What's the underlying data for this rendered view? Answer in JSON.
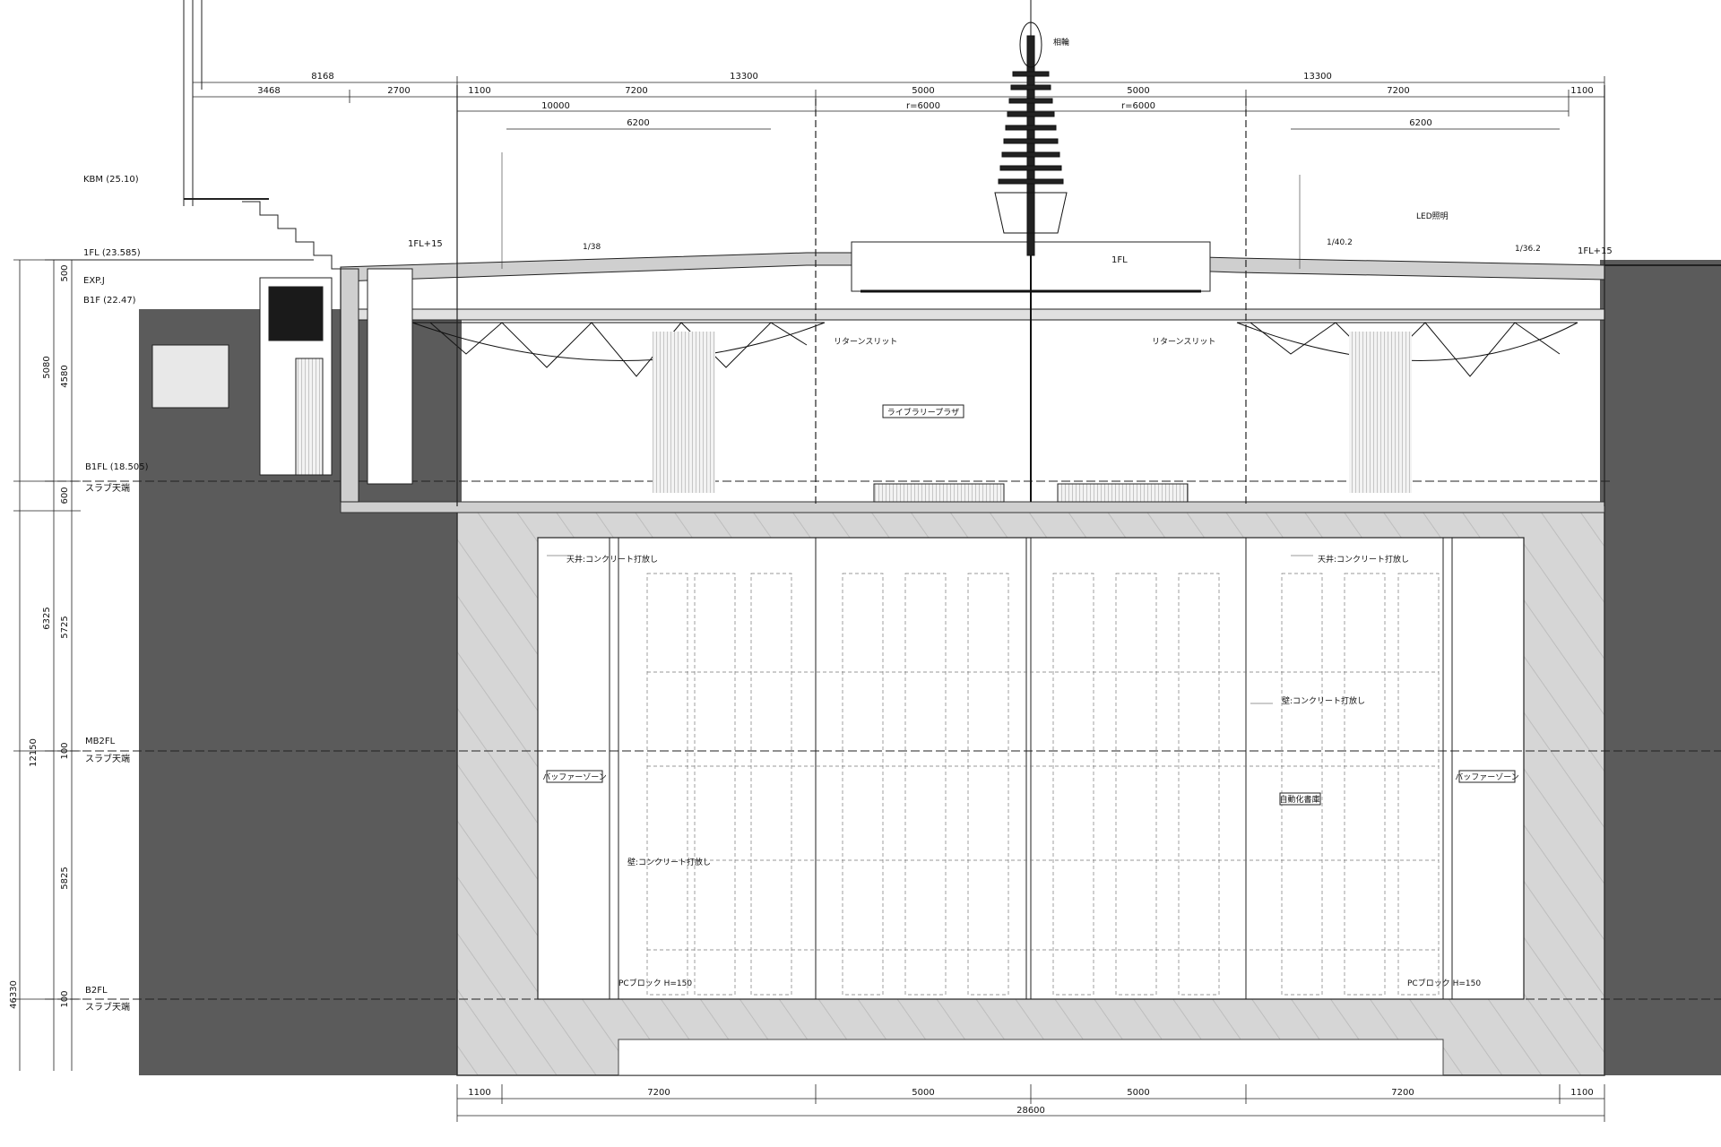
{
  "top_dims_row1": [
    "8168",
    "13300",
    "13300"
  ],
  "top_dims_row2": [
    "3468",
    "2700",
    "1100",
    "7200",
    "5000",
    "5000",
    "7200",
    "1100"
  ],
  "top_dims_row3": [
    "10000",
    "r=6000",
    "r=6000"
  ],
  "top_dims_row4": [
    "6200",
    "6200"
  ],
  "bottom_dims_row1": [
    "1100",
    "7200",
    "5000",
    "5000",
    "7200",
    "1100"
  ],
  "bottom_dims_total": "28600",
  "left_dims": [
    "500",
    "5080",
    "4580",
    "600",
    "6325",
    "5725",
    "12150",
    "100",
    "5825",
    "100",
    "46330"
  ],
  "levels": {
    "kbm": "KBM (25.10)",
    "fl1": "1FL (23.585)",
    "exp": "EXP.J",
    "b1f_guide": "B1F (22.47)",
    "b1fl": "B1FL (18.505)",
    "slab1": "スラブ天端",
    "mb2fl": "MB2FL",
    "slab2": "スラブ天端",
    "b2fl": "B2FL",
    "slab3": "スラブ天端",
    "fl1_right": "1FL+15",
    "fl1_center": "1FL",
    "fl1_left": "1FL+15"
  },
  "labels": {
    "library_plaza": "ライブラリープラザ",
    "buffer_zone_left": "バッファーゾーン",
    "buffer_zone_right": "バッファーゾーン",
    "auto_storage": "自動化書庫",
    "pc_block_left": "PCブロック\nH=150",
    "pc_block_right": "PCブロック\nH=150",
    "slope_left": "1/38",
    "slope_right1": "1/40.2",
    "slope_right2": "1/36.2",
    "led_light": "LED照明",
    "return_slit_left": "リターンスリット",
    "return_slit_right": "リターンスリット",
    "ceiling_left": "天井:コンクリート打放し",
    "ceiling_right": "天井:コンクリート打放し",
    "wall_left": "壁:コンクリート打放し",
    "wall_right": "壁:コンクリート打放し",
    "spire": "相輪"
  }
}
